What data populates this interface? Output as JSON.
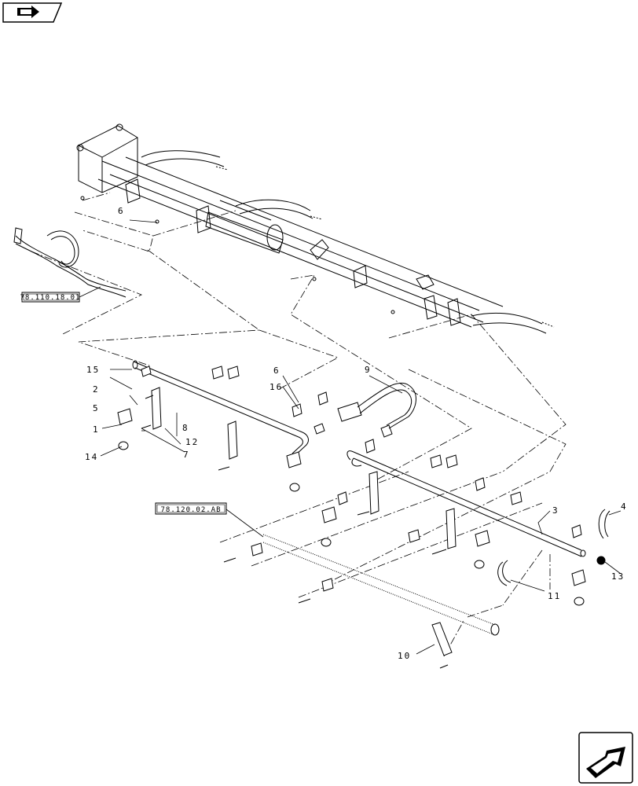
{
  "references": {
    "top_left": "78.110.18.01",
    "middle": "78.120.02.AB"
  },
  "callouts": {
    "c1": "1",
    "c2": "2",
    "c3": "3",
    "c4": "4",
    "c5": "5",
    "c6a": "6",
    "c6b": "6",
    "c7": "7",
    "c8": "8",
    "c9": "9",
    "c10": "10",
    "c11": "11",
    "c12": "12",
    "c13": "13",
    "c14": "14",
    "c15": "15",
    "c16": "16"
  },
  "nav": {
    "top_icon": "back-arrow-icon",
    "bottom_icon": "next-arrow-icon"
  }
}
